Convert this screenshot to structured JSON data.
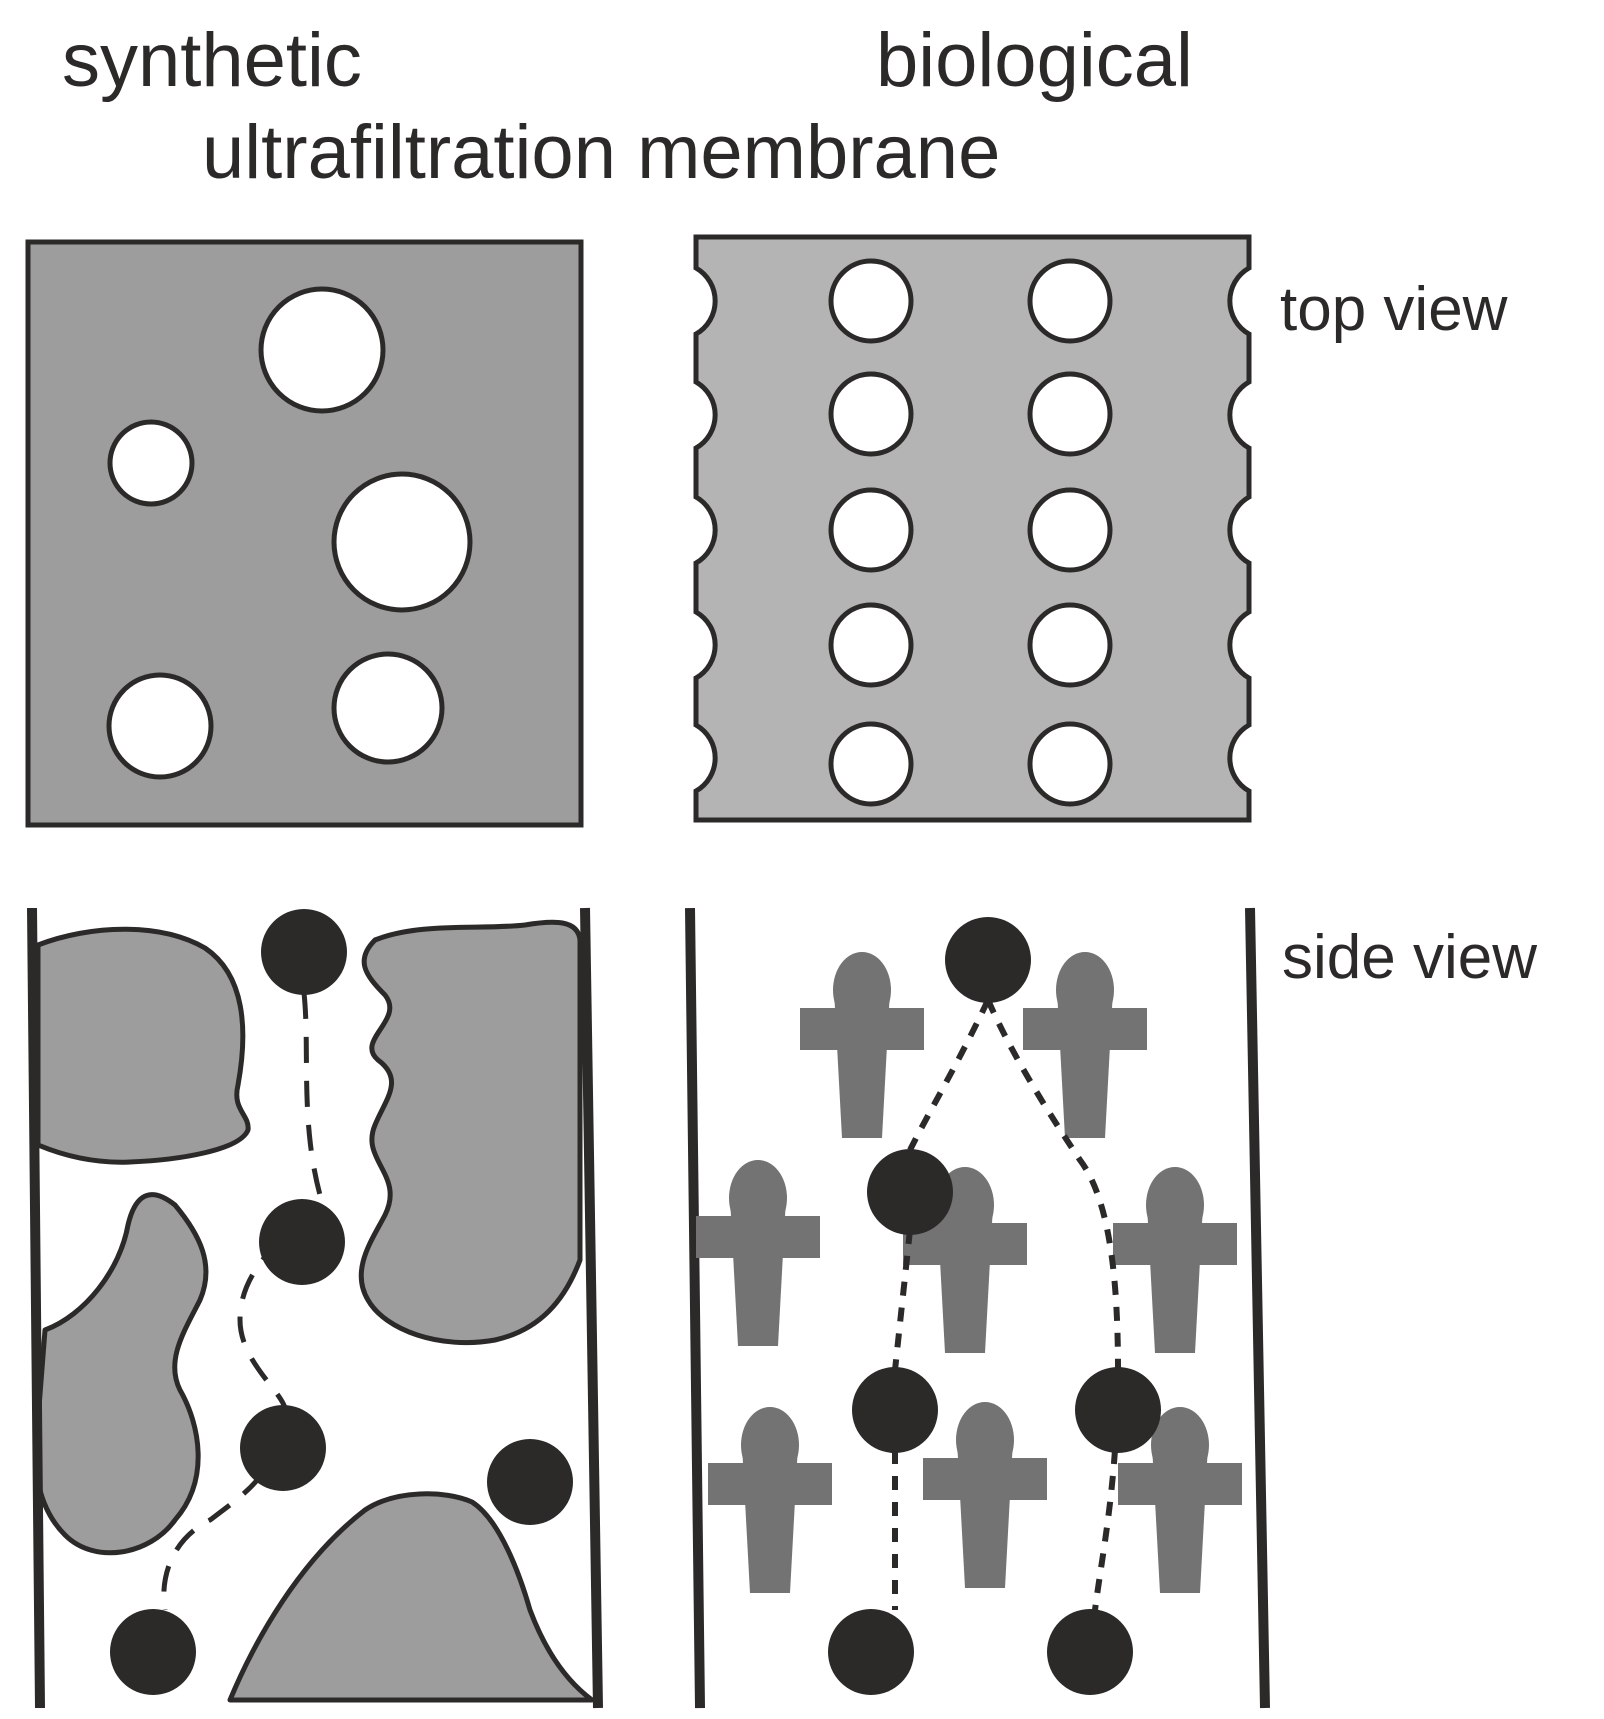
{
  "header": {
    "left_word": "synthetic",
    "right_word": "biological",
    "subtitle": "ultrafiltration membrane"
  },
  "row_labels": {
    "top": "top view",
    "side": "side view"
  },
  "colors": {
    "outline": "#2b2a29",
    "synthetic_fill": "#9c9d9c",
    "biological_fill": "#b3b4b3",
    "particle": "#2b2a29",
    "protein": "#737373",
    "background": "#ffffff"
  }
}
